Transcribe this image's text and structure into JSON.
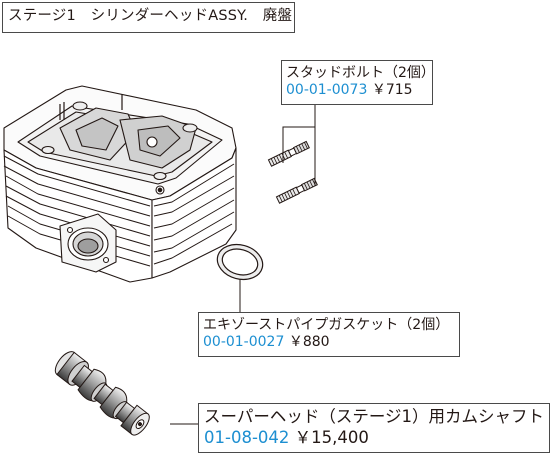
{
  "title": "ステージ1　シリンダーヘッドASSY.　廃盤",
  "parts": {
    "stud_bolt": {
      "name": "スタッドボルト（2個）",
      "part_number": "00-01-0073",
      "price": "￥715"
    },
    "exhaust_gasket": {
      "name": "エキゾーストパイプガスケット（2個）",
      "part_number": "00-01-0027",
      "price": "￥880"
    },
    "camshaft": {
      "name": "スーパーヘッド（ステージ1）用カムシャフト",
      "part_number": "01-08-042",
      "price": "￥15,400"
    }
  },
  "colors": {
    "part_number": "#1d8fd1",
    "line": "#231815",
    "box_border": "#4a4a4a"
  }
}
